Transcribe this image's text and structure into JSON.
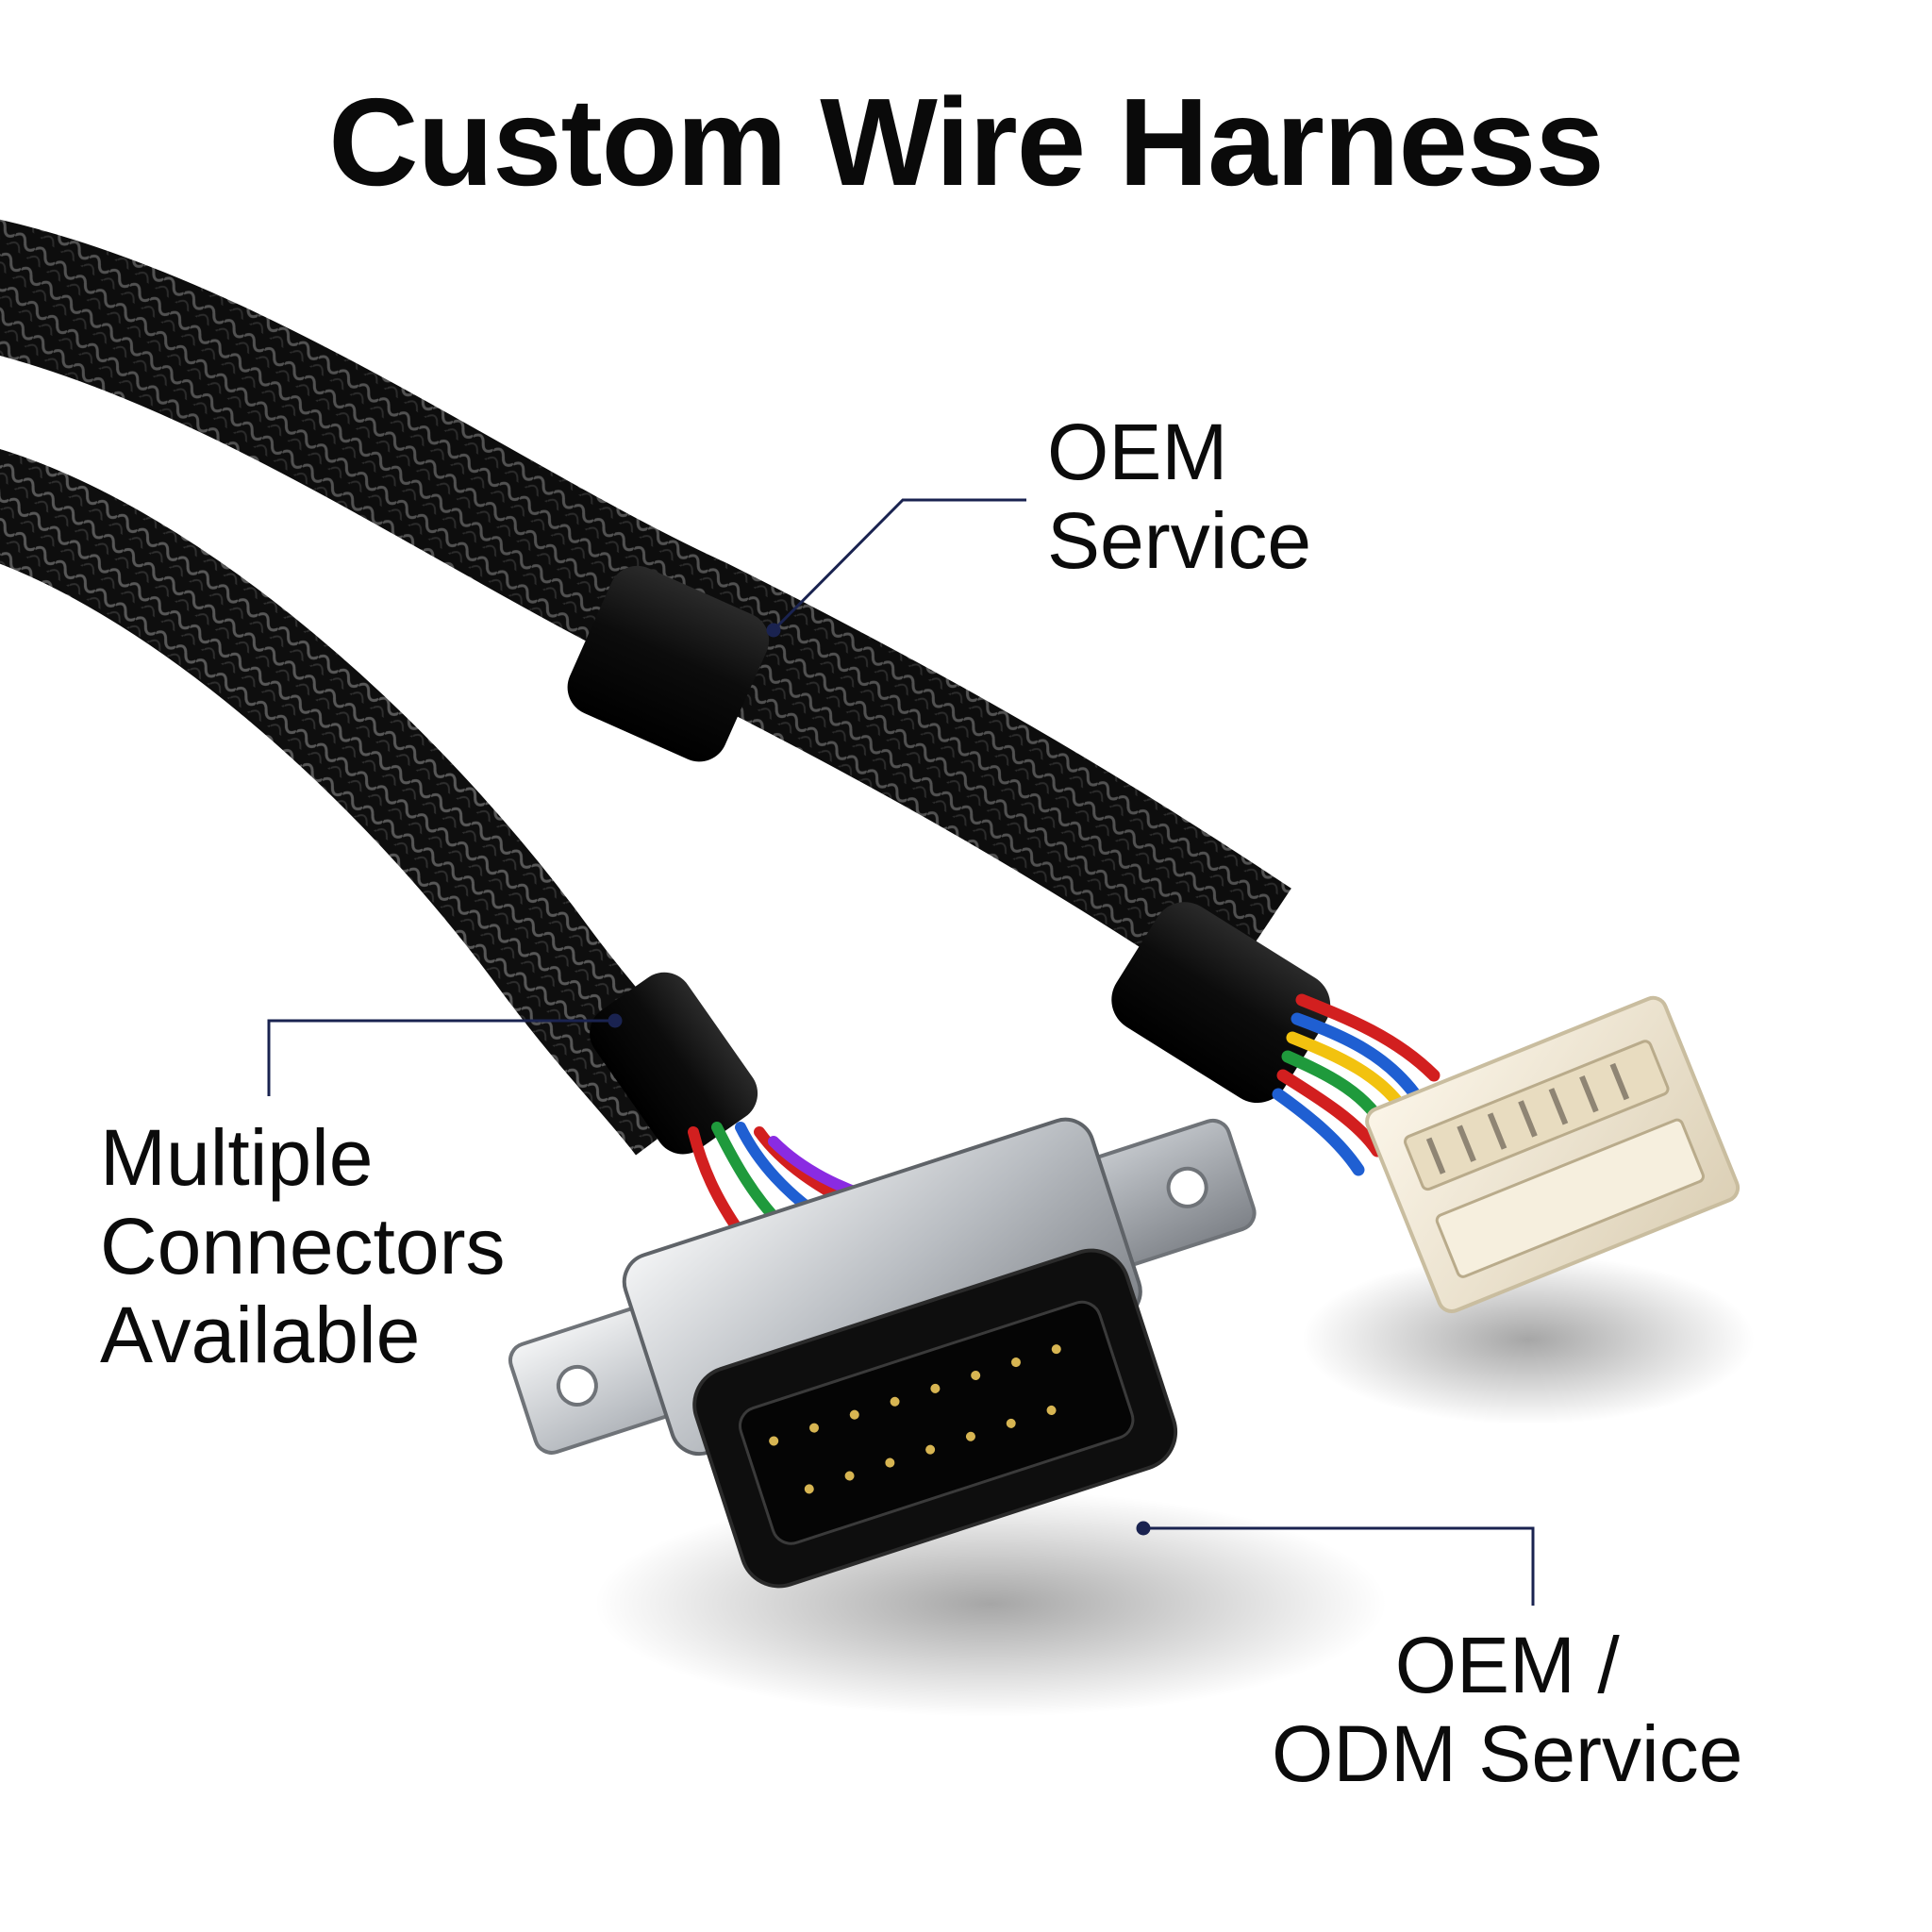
{
  "title": "Custom Wire Harness",
  "callouts": {
    "oem_service": {
      "line1": "OEM",
      "line2": "Service"
    },
    "multiple_connectors": {
      "line1": "Multiple",
      "line2": "Connectors",
      "line3": "Available"
    },
    "oem_odm_service": {
      "line1": "OEM /",
      "line2": "ODM Service"
    }
  },
  "colors": {
    "background": "#ffffff",
    "braid": "#141414",
    "leader_line": "#1a2350",
    "heat_shrink": "#0d0d0d",
    "dsub_shell": "#c9ccd0",
    "molex_housing": "#efe6d2"
  },
  "wire_colors": [
    "#d21f1f",
    "#1f5fd2",
    "#f2c20f",
    "#1f9a3c",
    "#8a2be2",
    "#ff7a1a",
    "#222222"
  ]
}
